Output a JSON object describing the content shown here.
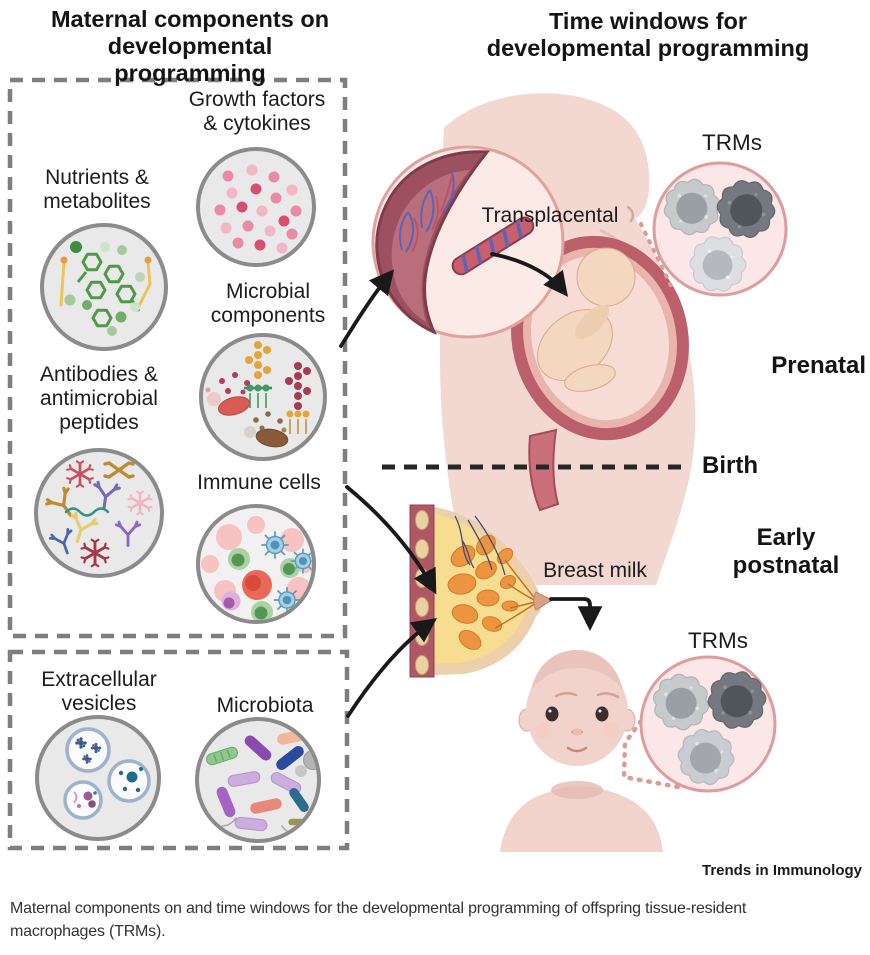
{
  "left_panel": {
    "title": "Maternal components on\ndevelopmental programming",
    "growth_factors": "Growth factors\n& cytokines",
    "nutrients": "Nutrients &\nmetabolites",
    "microbial": "Microbial\ncomponents",
    "antibodies": "Antibodies &\nantimicrobial\npeptides",
    "immune_cells": "Immune cells",
    "extracellular_vesicles": "Extracellular\nvesicles",
    "microbiota": "Microbiota"
  },
  "right_panel": {
    "title": "Time windows for\ndevelopmental programming",
    "transplacental": "Transplacental",
    "trms_prenatal": "TRMs",
    "prenatal": "Prenatal",
    "birth": "Birth",
    "early_postnatal": "Early\npostnatal",
    "breast_milk": "Breast milk",
    "trms_postnatal": "TRMs"
  },
  "footer": {
    "journal": "Trends in Immunology",
    "caption": "Maternal components on and time windows for the developmental programming of offspring tissue-resident macrophages (TRMs)."
  },
  "colors": {
    "panel_circle_fill": "#e9e9e9",
    "panel_circle_border": "#8b8b8b",
    "dashed_box": "#7e7e7e",
    "trm_circle_fill": "#fbe7e7",
    "trm_circle_border": "#de9c9c",
    "skin": "#f3d8d2",
    "uterus_wall": "#bb5f6b",
    "placenta": "#9c5060",
    "breast_gland": "#ec9440",
    "arrow": "#191919"
  }
}
